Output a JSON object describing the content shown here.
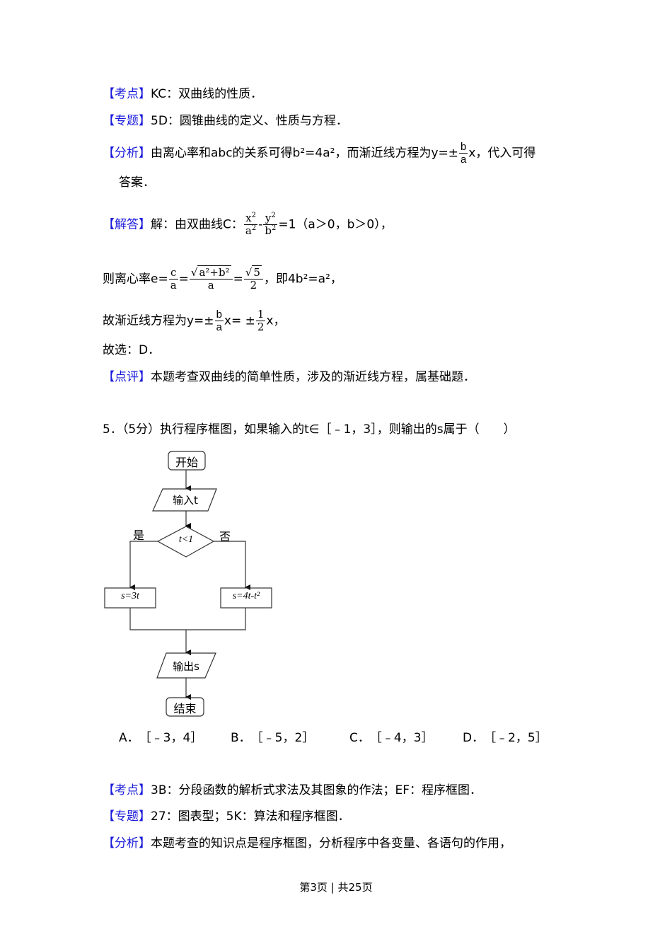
{
  "q4_solution": {
    "kaodian": {
      "tag": "【考点】",
      "text": "KC：双曲线的性质．"
    },
    "zhuanti": {
      "tag": "【专题】",
      "text": "5D：圆锥曲线的定义、性质与方程．"
    },
    "fenxi": {
      "tag": "【分析】",
      "text_before": "由离心率和abc的关系可得b²=4a²，而渐近线方程为y=±",
      "frac_num": "b",
      "frac_den": "a",
      "text_after": "x，代入可得",
      "continuation": "答案．"
    },
    "jieda": {
      "tag": "【解答】",
      "text_before": "解：由双曲线C：",
      "f1_num": "x",
      "f1_den": "a",
      "f2_num": "y",
      "f2_den": "b",
      "eq_tail": "=1",
      "cond": "（a＞0，b＞0），"
    },
    "ecc": {
      "text_before": "则离心率e=",
      "c": "c",
      "a": "a",
      "sqrt_inner": "a²+b²",
      "sqrt5": "5",
      "two": "2",
      "text_after": "，即4b²=a²，"
    },
    "asym": {
      "text_before": "故渐近线方程为y=±",
      "b": "b",
      "a": "a",
      "mid": "x= ±",
      "one": "1",
      "two": "2",
      "text_after": "x，"
    },
    "choice": "故选：D．",
    "dianping": {
      "tag": "【点评】",
      "text": "本题考查双曲线的简单性质，涉及的渐近线方程，属基础题．"
    }
  },
  "q5": {
    "stem": "5．（5分）执行程序框图，如果输入的t∈［﹣1，3］，则输出的s属于（　　）",
    "flowchart": {
      "start": "开始",
      "input": "输入t",
      "condition": "t<1",
      "yes": "是",
      "no": "否",
      "left_box": "s=3t",
      "right_box": "s=4t-t²",
      "output": "输出s",
      "end": "结束"
    },
    "options": [
      {
        "label": "A．",
        "value": "［﹣3，4］"
      },
      {
        "label": "B．",
        "value": "［﹣5，2］"
      },
      {
        "label": "C．",
        "value": "［﹣4，3］"
      },
      {
        "label": "D．",
        "value": "［﹣2，5］"
      }
    ],
    "kaodian": {
      "tag": "【考点】",
      "text": "3B：分段函数的解析式求法及其图象的作法；EF：程序框图．"
    },
    "zhuanti": {
      "tag": "【专题】",
      "text": "27：图表型；5K：算法和程序框图．"
    },
    "fenxi": {
      "tag": "【分析】",
      "text": "本题考查的知识点是程序框图，分析程序中各变量、各语句的作用，"
    }
  },
  "footer": {
    "text": "第3页 | 共25页"
  },
  "colors": {
    "tag": "#1a1adc",
    "text": "#000000"
  }
}
